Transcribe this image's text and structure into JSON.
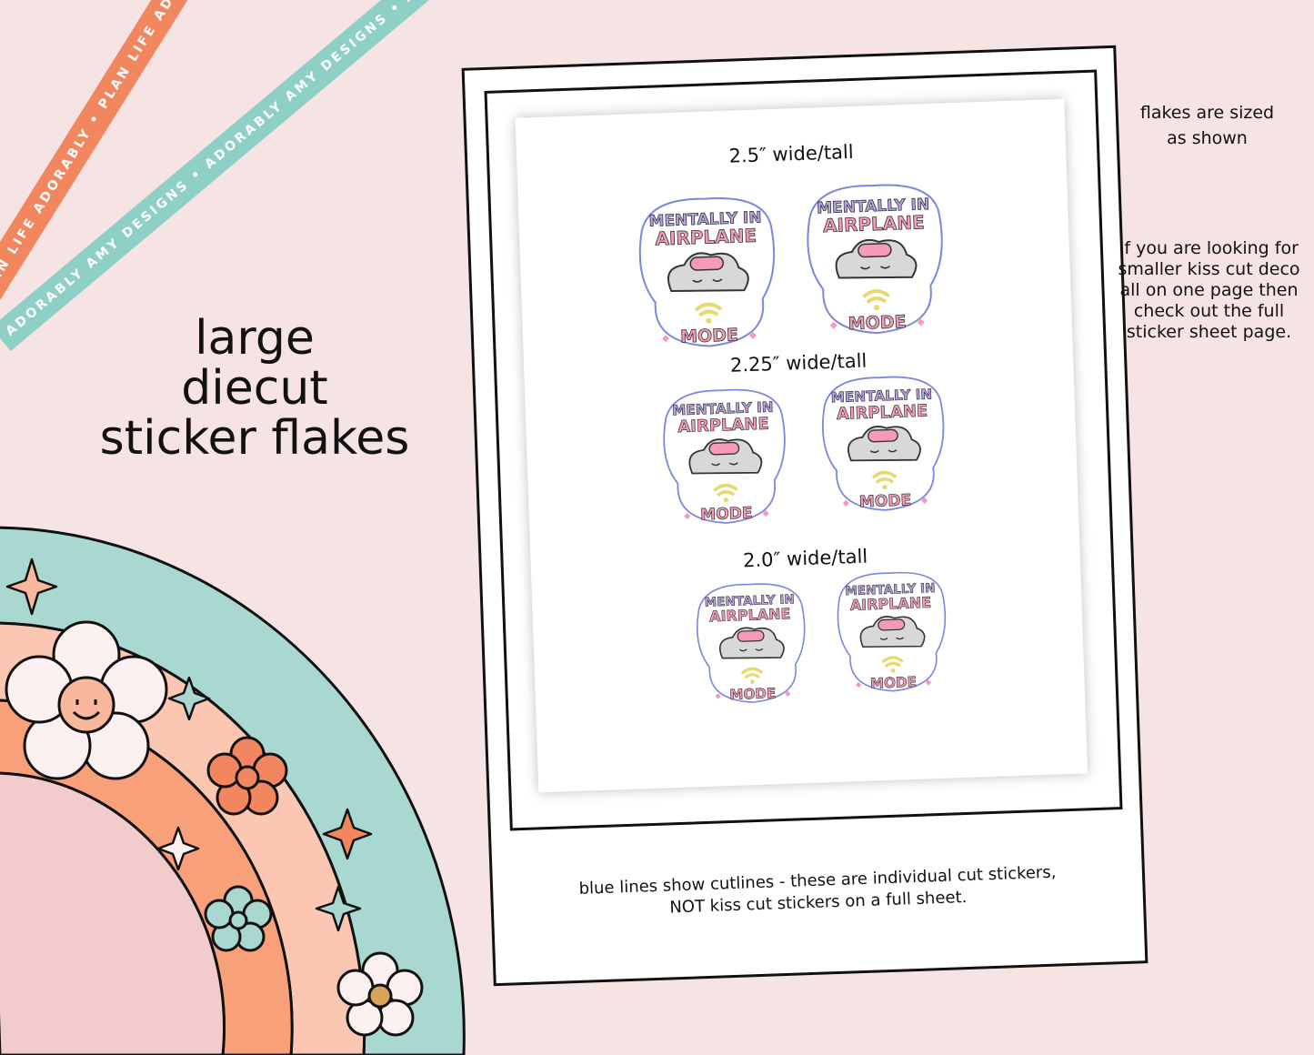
{
  "ribbons": {
    "orange_text": "PLAN LIFE ADORABLY • PLAN LIFE ADORABLY • PLAN LIFE ADORABLY • PLAN LIFE ADORABLY",
    "teal_text": "ADORABLY AMY DESIGNS • ADORABLY AMY DESIGNS • ADORABLY AMY DESIGNS • ADORABLY AMY DESIGNS"
  },
  "heading": {
    "line1": "large",
    "line2": "diecut",
    "line3": "sticker flakes"
  },
  "sheet": {
    "sizes": [
      {
        "label": "2.5″ wide/tall"
      },
      {
        "label": "2.25″ wide/tall"
      },
      {
        "label": "2.0″ wide/tall"
      }
    ],
    "sticker_text": {
      "top": "MENTALLY IN",
      "middle": "AIRPLANE",
      "bottom": "MODE"
    },
    "caption_line1": "blue lines show cutlines - these are individual cut stickers,",
    "caption_line2": "NOT kiss cut stickers on a full sheet."
  },
  "notes": {
    "sizing": "flakes are sized as shown",
    "info": "if you are looking for smaller kiss cut deco all on one page then check out the full sticker sheet page."
  },
  "colors": {
    "background": "#f6e4e4",
    "ribbon_orange": "#f2865f",
    "ribbon_teal": "#8fd0c6",
    "sticker_purple": "#b9a3e8",
    "sticker_pink": "#f59ab8",
    "cutline_blue": "#7a86e0"
  },
  "icons": [
    "rainbow-icon",
    "smiley-flower-icon",
    "sparkle-icon",
    "cloud-sticker-icon",
    "wifi-icon",
    "sleep-mask-icon"
  ]
}
